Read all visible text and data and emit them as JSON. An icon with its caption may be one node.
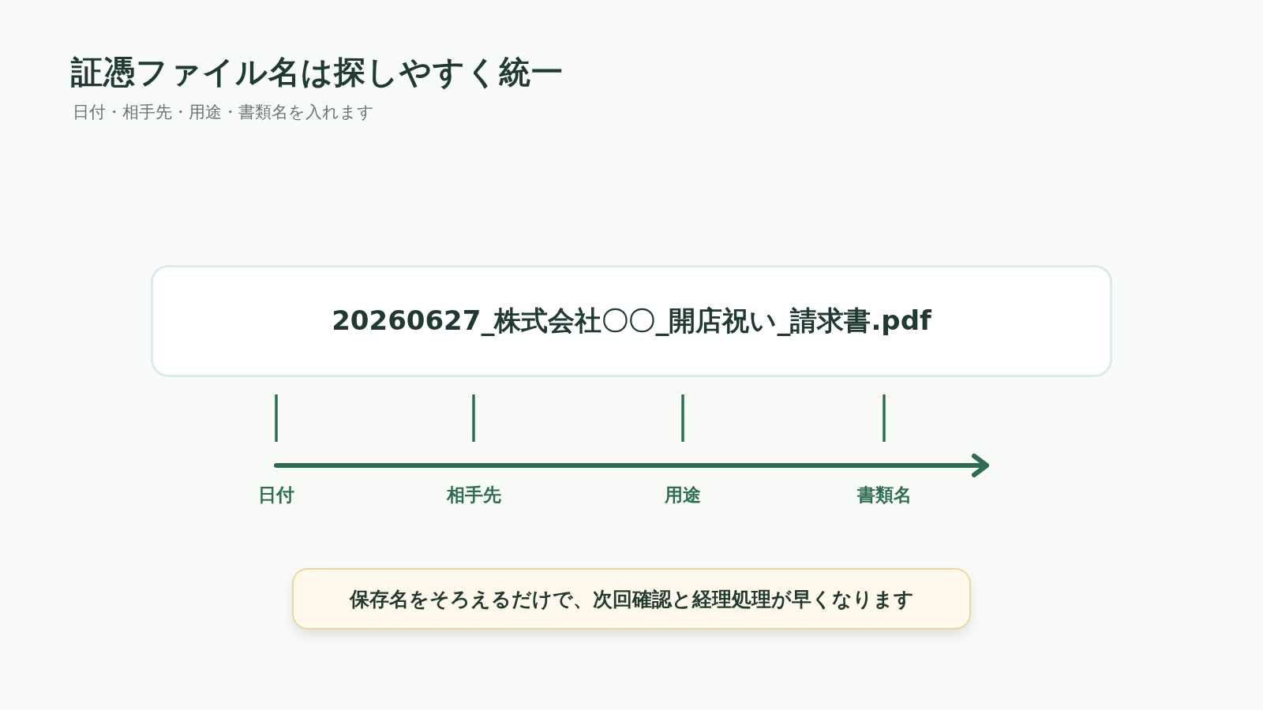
{
  "diagram": {
    "title": "証憑ファイル名は探しやすく統一",
    "nodes": [
      {
        "text": [
          "20260627_株式会社〇〇_開店祝い_請求書.pdf"
        ]
      },
      {
        "text": [
          "保存名をそろえるだけで、次回確認と経理処理が早くなります"
        ]
      }
    ],
    "labels": [
      "日付・相手先・用途・書類名を入れます",
      "日付",
      "相手先",
      "用途",
      "書類名"
    ]
  }
}
